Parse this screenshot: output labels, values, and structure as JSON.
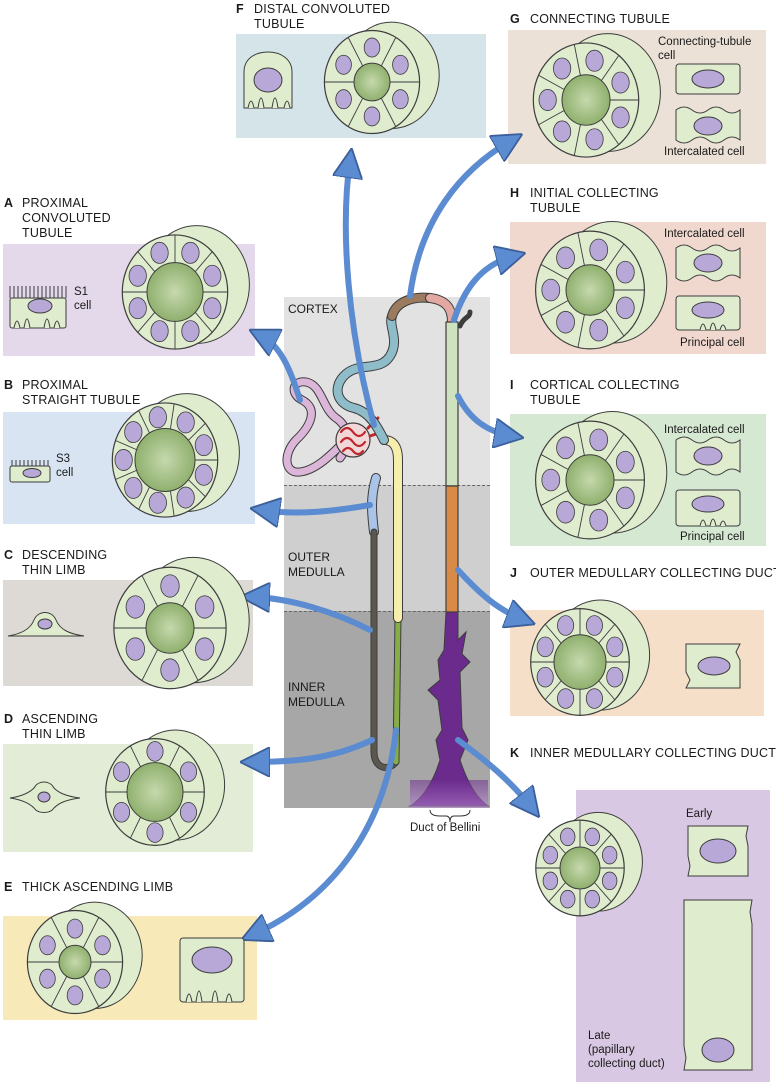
{
  "zones": {
    "cortex": "CORTEX",
    "outer_medulla": [
      "OUTER",
      "MEDULLA"
    ],
    "inner_medulla": [
      "INNER",
      "MEDULLA"
    ],
    "duct_of_bellini": "Duct of Bellini"
  },
  "panels": {
    "A": {
      "letter": "A",
      "title": [
        "PROXIMAL",
        "CONVOLUTED",
        "TUBULE"
      ],
      "cell": [
        "S1",
        "cell"
      ],
      "bg": "#e4d9ea"
    },
    "B": {
      "letter": "B",
      "title": [
        "PROXIMAL",
        "STRAIGHT TUBULE"
      ],
      "cell": [
        "S3",
        "cell"
      ],
      "bg": "#d8e4f1"
    },
    "C": {
      "letter": "C",
      "title": [
        "DESCENDING",
        "THIN LIMB"
      ],
      "bg": "#dddad6"
    },
    "D": {
      "letter": "D",
      "title": [
        "ASCENDING",
        "THIN LIMB"
      ],
      "bg": "#e3ecd6"
    },
    "E": {
      "letter": "E",
      "title": [
        "THICK ASCENDING LIMB"
      ],
      "bg": "#f8e9b9"
    },
    "F": {
      "letter": "F",
      "title": [
        "DISTAL CONVOLUTED",
        "TUBULE"
      ],
      "bg": "#d5e4e9"
    },
    "G": {
      "letter": "G",
      "title": [
        "CONNECTING TUBULE"
      ],
      "cell_top": [
        "Connecting-tubule",
        "cell"
      ],
      "cell_bottom": "Intercalated cell",
      "bg": "#ece1d6"
    },
    "H": {
      "letter": "H",
      "title": [
        "INITIAL COLLECTING",
        "TUBULE"
      ],
      "cell_top": "Intercalated cell",
      "cell_bottom": "Principal cell",
      "bg": "#f1d8cf"
    },
    "I": {
      "letter": "I",
      "title": [
        "CORTICAL COLLECTING",
        "TUBULE"
      ],
      "cell_top": "Intercalated cell",
      "cell_bottom": "Principal cell",
      "bg": "#d5e8d2"
    },
    "J": {
      "letter": "J",
      "title": [
        "OUTER MEDULLARY COLLECTING DUCT"
      ],
      "bg": "#f6dfc8"
    },
    "K": {
      "letter": "K",
      "title": [
        "INNER MEDULLARY COLLECTING DUCT"
      ],
      "cell_top": "Early",
      "cell_bottom": [
        "Late",
        "(papillary",
        "collecting duct)"
      ],
      "bg": "#d9c8e3"
    }
  },
  "colors": {
    "arrow": "#5b8bd0",
    "cell_fill": "#dfeccd",
    "lumen_fill": "#a9c68c",
    "nucleus": "#b8a8d8",
    "cortex_bg": "#e2e2e2",
    "outer_medulla_bg": "#cfcfcf",
    "inner_medulla_bg": "#a7a7a7"
  }
}
